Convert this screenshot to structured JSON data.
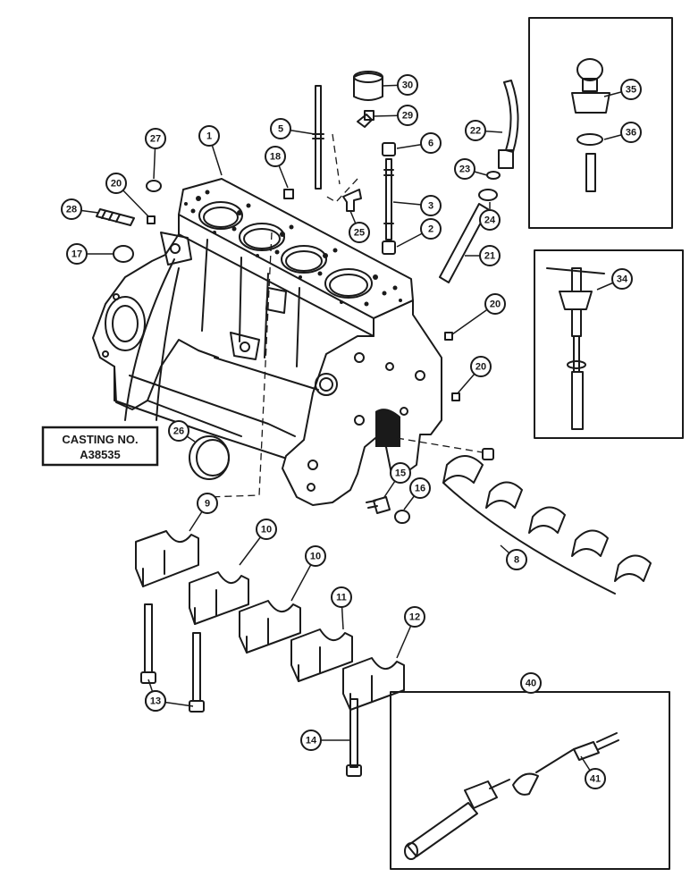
{
  "casting_label": {
    "line1": "CASTING NO.",
    "line2": "A38535"
  },
  "callouts": [
    "1",
    "2",
    "3",
    "5",
    "6",
    "8",
    "9",
    "10",
    "10",
    "11",
    "12",
    "13",
    "13",
    "14",
    "15",
    "16",
    "17",
    "18",
    "20",
    "20",
    "20",
    "21",
    "22",
    "23",
    "24",
    "25",
    "26",
    "27",
    "28",
    "29",
    "30",
    "34",
    "35",
    "36",
    "40",
    "41"
  ],
  "colors": {
    "ink": "#1a1a1a",
    "paper": "#ffffff"
  }
}
